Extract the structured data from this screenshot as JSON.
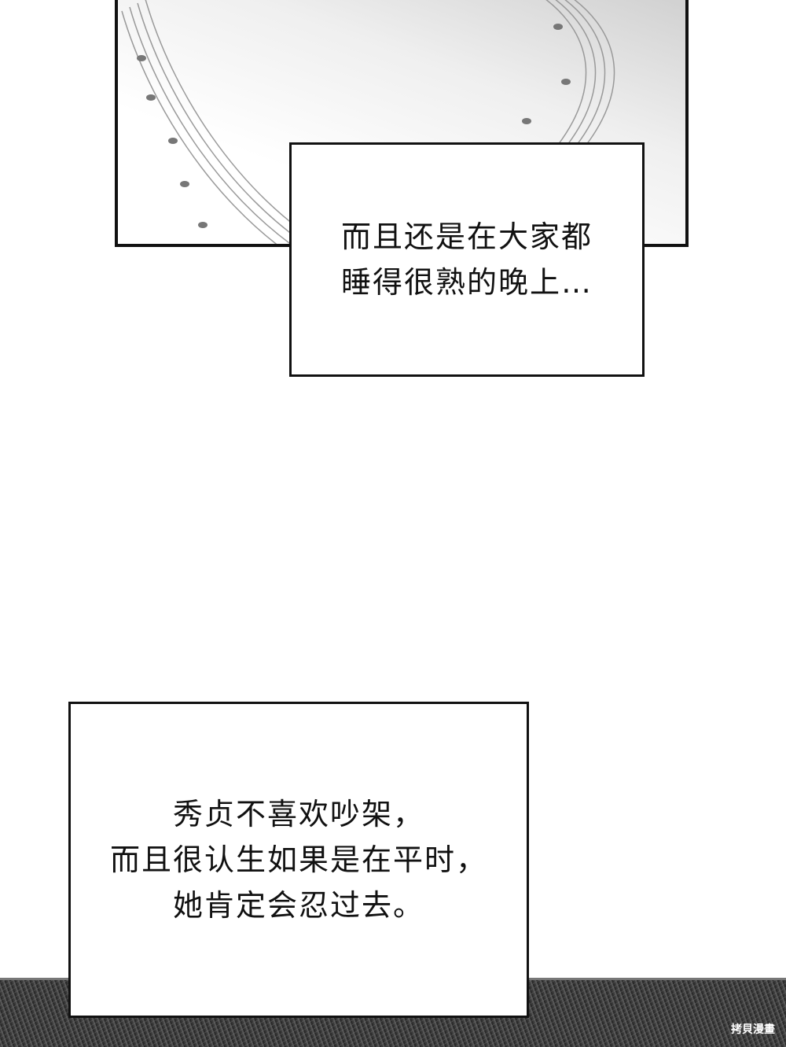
{
  "captions": [
    {
      "lines": [
        "而且还是在大家都",
        "睡得很熟的晚上…"
      ]
    },
    {
      "lines": [
        "秀贞不喜欢吵架，",
        "而且很认生如果是在平时，",
        "她肯定会忍过去。"
      ]
    }
  ],
  "watermark": "拷貝漫畫"
}
